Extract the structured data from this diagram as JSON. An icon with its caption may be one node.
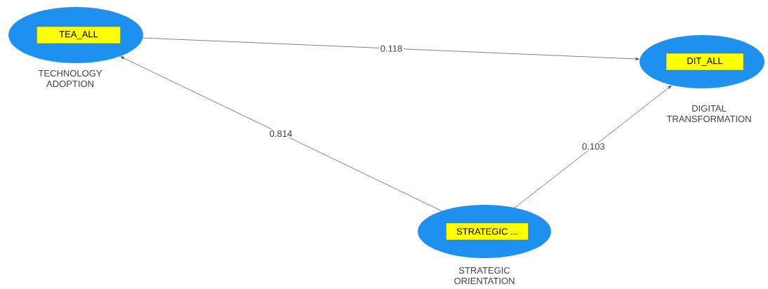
{
  "diagram": {
    "nodes": [
      {
        "text": [
          "TEA_ALL"
        ],
        "beside": [
          "TECHNOLOGY ADOPTION"
        ]
      },
      {
        "text": [
          "DIT_ALL"
        ],
        "beside": [
          "DIGITAL TRANSFORMATION"
        ]
      },
      {
        "text": [
          "STRATEGIC ..."
        ],
        "beside": [
          "STRATEGIC ORIENTATION"
        ]
      }
    ],
    "edges": [
      {
        "from": 0,
        "to": 1,
        "arrow": "to",
        "label": "0.118"
      },
      {
        "from": 2,
        "to": 0,
        "arrow": "to",
        "label": "0.814"
      },
      {
        "from": 2,
        "to": 1,
        "arrow": "to",
        "label": "0.103"
      }
    ]
  }
}
